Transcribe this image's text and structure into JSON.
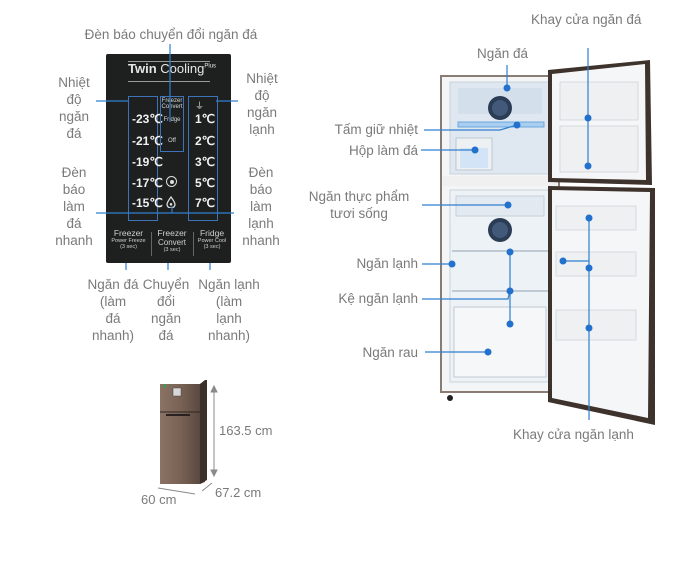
{
  "colors": {
    "callout_line": "#2f7fd0",
    "dot": "#2271cc",
    "panel_bg": "#1e201f",
    "panel_border": "#3d73b8",
    "label_text": "#7a7a7a",
    "fridge_body": "#5a4a42"
  },
  "panel": {
    "title_bold": "Twin",
    "title_regular": "Cooling",
    "title_sup": "Plus",
    "freezer_temps": [
      "-23℃",
      "-21℃",
      "-19℃",
      "-17℃",
      "-15℃"
    ],
    "fridge_temps": [
      "1℃",
      "2℃",
      "3℃",
      "5℃",
      "7℃"
    ],
    "convert_header": "Freezer Convert",
    "convert_options": [
      "Fridge",
      "Off"
    ],
    "buttons": [
      {
        "title": "Freezer",
        "subtitle": "Power Freeze",
        "hold": "(3 sec)"
      },
      {
        "title": "Freezer",
        "subtitle": "Convert",
        "hold": "(3 sec)"
      },
      {
        "title": "Fridge",
        "subtitle": "Power Cool",
        "hold": "(3 sec)"
      }
    ]
  },
  "panel_labels": {
    "convert_indicator": "Đèn báo chuyển đổi ngăn đá",
    "freezer_temp": "Nhiệt\nđộ\nngăn\nđá",
    "fridge_temp": "Nhiệt\nđộ\nngăn\nlạnh",
    "power_freeze_indicator": "Đèn\nbáo\nlàm\nđá\nnhanh",
    "power_cool_indicator": "Đèn\nbáo\nlàm\nlạnh\nnhanh",
    "btn_freezer": "Ngăn đá\n(làm\nđá\nnhanh)",
    "btn_convert": "Chuyển\nđổi\nngăn\nđá",
    "btn_fridge": "Ngăn lạnh\n(làm\nlạnh\nnhanh)"
  },
  "dimensions": {
    "height": "163.5 cm",
    "width": "60 cm",
    "depth": "67.2 cm"
  },
  "fridge_labels": {
    "freezer_door_tray": "Khay cửa ngăn đá",
    "freezer": "Ngăn đá",
    "heat_plate": "Tấm giữ nhiệt",
    "ice_box": "Hộp làm đá",
    "fresh_food": "Ngăn thực phẩm\ntươi sống",
    "fridge": "Ngăn lạnh",
    "fridge_shelf": "Kệ ngăn lạnh",
    "vegetable": "Ngăn rau",
    "fridge_door_tray": "Khay cửa ngăn lạnh"
  }
}
